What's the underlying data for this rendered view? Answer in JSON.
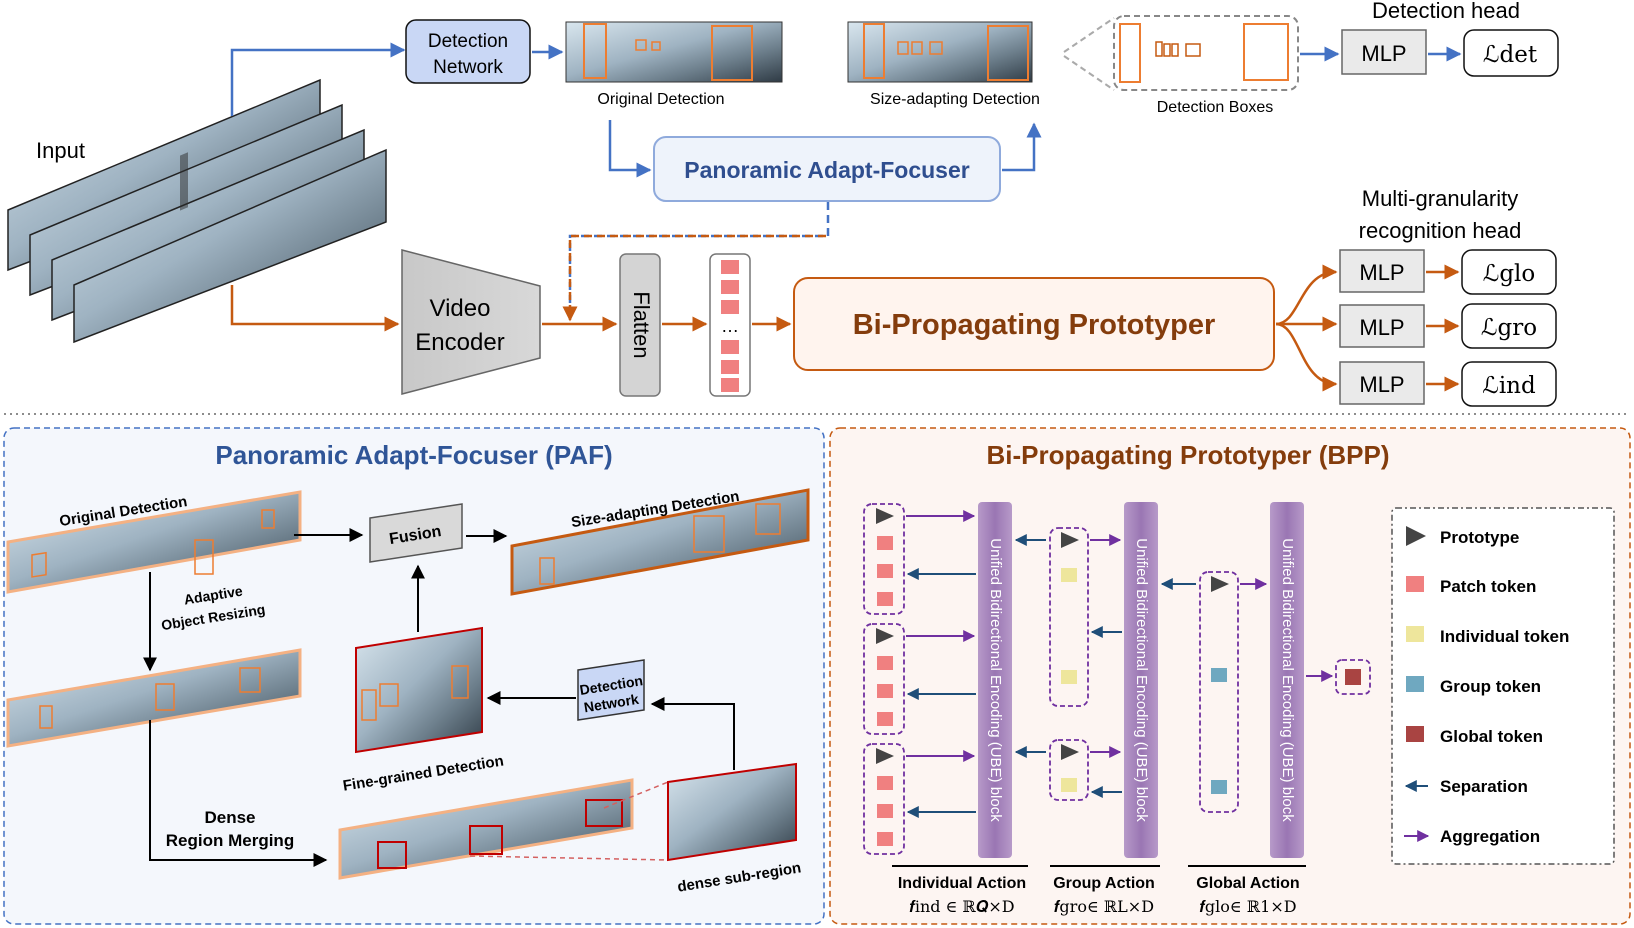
{
  "top": {
    "input_label": "Input",
    "detection_network": [
      "Detection",
      "Network"
    ],
    "original_detection": "Original Detection",
    "size_adapting_detection": "Size-adapting Detection",
    "detection_boxes": "Detection Boxes",
    "detection_head": "Detection head",
    "mlp": "MLP",
    "loss_det": "ℒdet",
    "paf": "Panoramic Adapt-Focuser",
    "video_encoder": [
      "Video",
      "Encoder"
    ],
    "flatten": "Flatten",
    "ellipsis": "…",
    "bpp": "Bi-Propagating Prototyper",
    "mg_head": [
      "Multi-granularity",
      "recognition head"
    ],
    "loss_glo": "ℒglo",
    "loss_gro": "ℒgro",
    "loss_ind": "ℒind"
  },
  "paf_panel": {
    "title": "Panoramic Adapt-Focuser (PAF)",
    "original_detection": "Original Detection",
    "fusion": "Fusion",
    "size_adapting_detection": "Size-adapting Detection",
    "adaptive_resizing": [
      "Adaptive",
      "Object Resizing"
    ],
    "detection_network": [
      "Detection",
      "Network"
    ],
    "fine_grained": "Fine-grained Detection",
    "dense_merging": [
      "Dense",
      "Region Merging"
    ],
    "dense_subregion": "dense sub-region"
  },
  "bpp_panel": {
    "title": "Bi-Propagating Prototyper (BPP)",
    "ube": "Unified Bidirectional Encoding (UBE) block",
    "individual_action": "Individual Action",
    "group_action": "Group Action",
    "global_action": "Global Action",
    "f_ind": "𝒇ind ∈ ℝ𝑸×D",
    "f_gro": "𝒇gro∈ ℝL×D",
    "f_glo": "𝒇glo∈ ℝ1×D",
    "legend": {
      "prototype": "Prototype",
      "patch": "Patch token",
      "individual": "Individual token",
      "group": "Group token",
      "global": "Global token",
      "separation": "Separation",
      "aggregation": "Aggregation"
    }
  },
  "colors": {
    "blue": "#4472C4",
    "orange": "#C55A11",
    "purple": "#7030A0",
    "teal": "#1F4E79",
    "patch": "#F08080",
    "individual": "#EEE69C",
    "group": "#6FA8C0",
    "global": "#A94442"
  }
}
